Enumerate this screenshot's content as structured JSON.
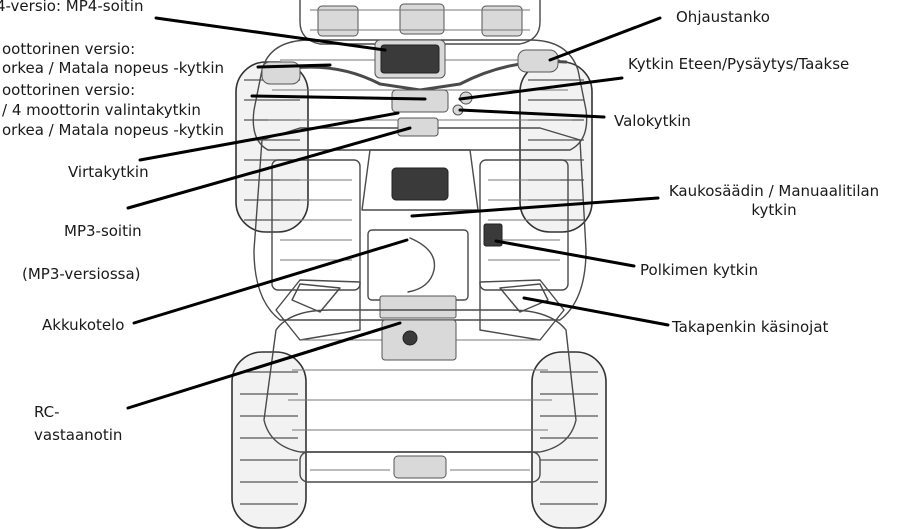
{
  "labels": {
    "mp4_version": "4-versio: MP4-soitin",
    "speed_switch_1_line1": "oottorinen versio:",
    "speed_switch_1_line2": "orkea / Matala nopeus -kytkin",
    "speed_switch_2_line1": "oottorinen versio:",
    "speed_switch_2_line2": "/ 4 moottorin valintakytkin",
    "speed_switch_2_line3": "orkea / Matala nopeus -kytkin",
    "power_switch": "Virtakytkin",
    "mp3_player": "MP3-soitin",
    "mp3_version": "(MP3-versiossa)",
    "battery_box": "Akkukotelo",
    "rc_receiver_line1": "RC-",
    "rc_receiver_line2": "vastaanotin",
    "handlebar": "Ohjaustanko",
    "direction_switch": "Kytkin Eteen/Pysäytys/Taakse",
    "light_switch": "Valokytkin",
    "remote_manual_switch_line1": "Kaukosäädin / Manuaalitilan",
    "remote_manual_switch_line2": "kytkin",
    "pedal_switch": "Polkimen kytkin",
    "rear_handles": "Takapenkin käsinojat"
  }
}
